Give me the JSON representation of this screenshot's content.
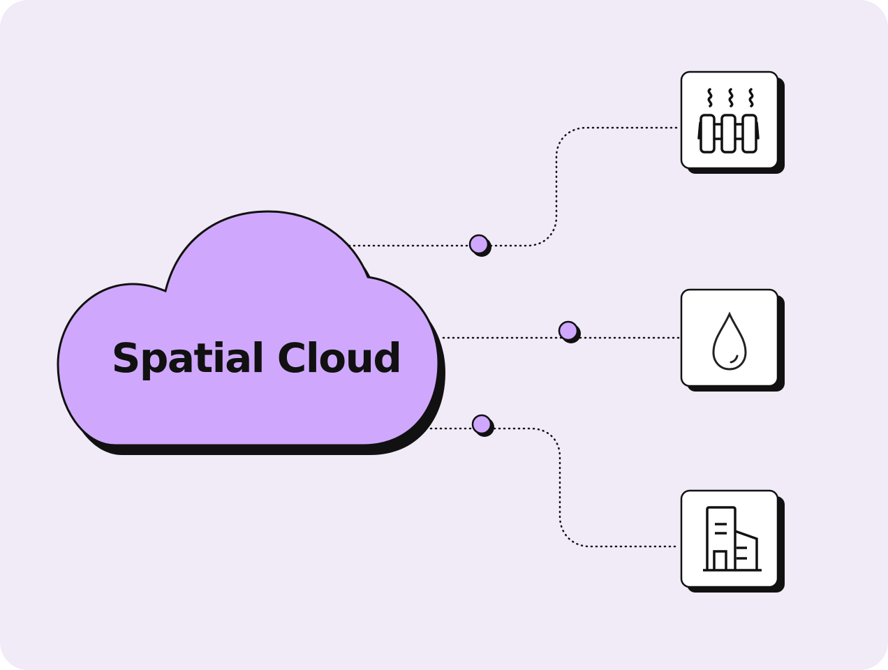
{
  "cloud": {
    "label": "Spatial Cloud",
    "fill": "#cfa8fd"
  },
  "nodes": [
    {
      "name": "heating",
      "icon": "radiator-icon"
    },
    {
      "name": "water",
      "icon": "water-drop-icon"
    },
    {
      "name": "buildings",
      "icon": "building-icon"
    }
  ],
  "colors": {
    "background": "#f1eaf7",
    "accent": "#cfa8fd",
    "stroke": "#111111"
  }
}
